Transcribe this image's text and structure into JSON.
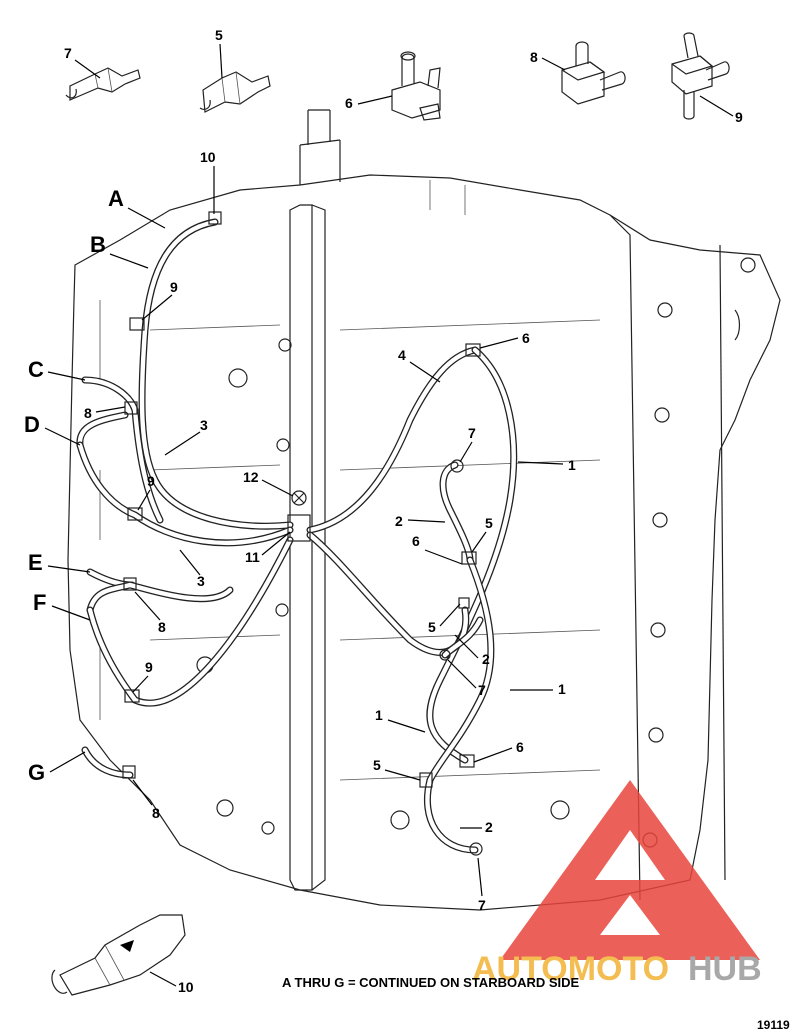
{
  "letters": {
    "A": "A",
    "B": "B",
    "C": "C",
    "D": "D",
    "E": "E",
    "F": "F",
    "G": "G"
  },
  "part_numbers": {
    "n1": "1",
    "n2": "2",
    "n3": "3",
    "n4": "4",
    "n5": "5",
    "n6": "6",
    "n7": "7",
    "n8": "8",
    "n9": "9",
    "n10": "10",
    "n11": "11",
    "n12": "12"
  },
  "caption": "A THRU G = CONTINUED ON STARBOARD SIDE",
  "figure_number": "19119",
  "watermark": {
    "part1": "AUTOMOTO",
    "part2": "HUB",
    "colors": {
      "triangle": "#e8453c",
      "part1": "#f2b233",
      "part2": "#9a9a9a"
    }
  }
}
